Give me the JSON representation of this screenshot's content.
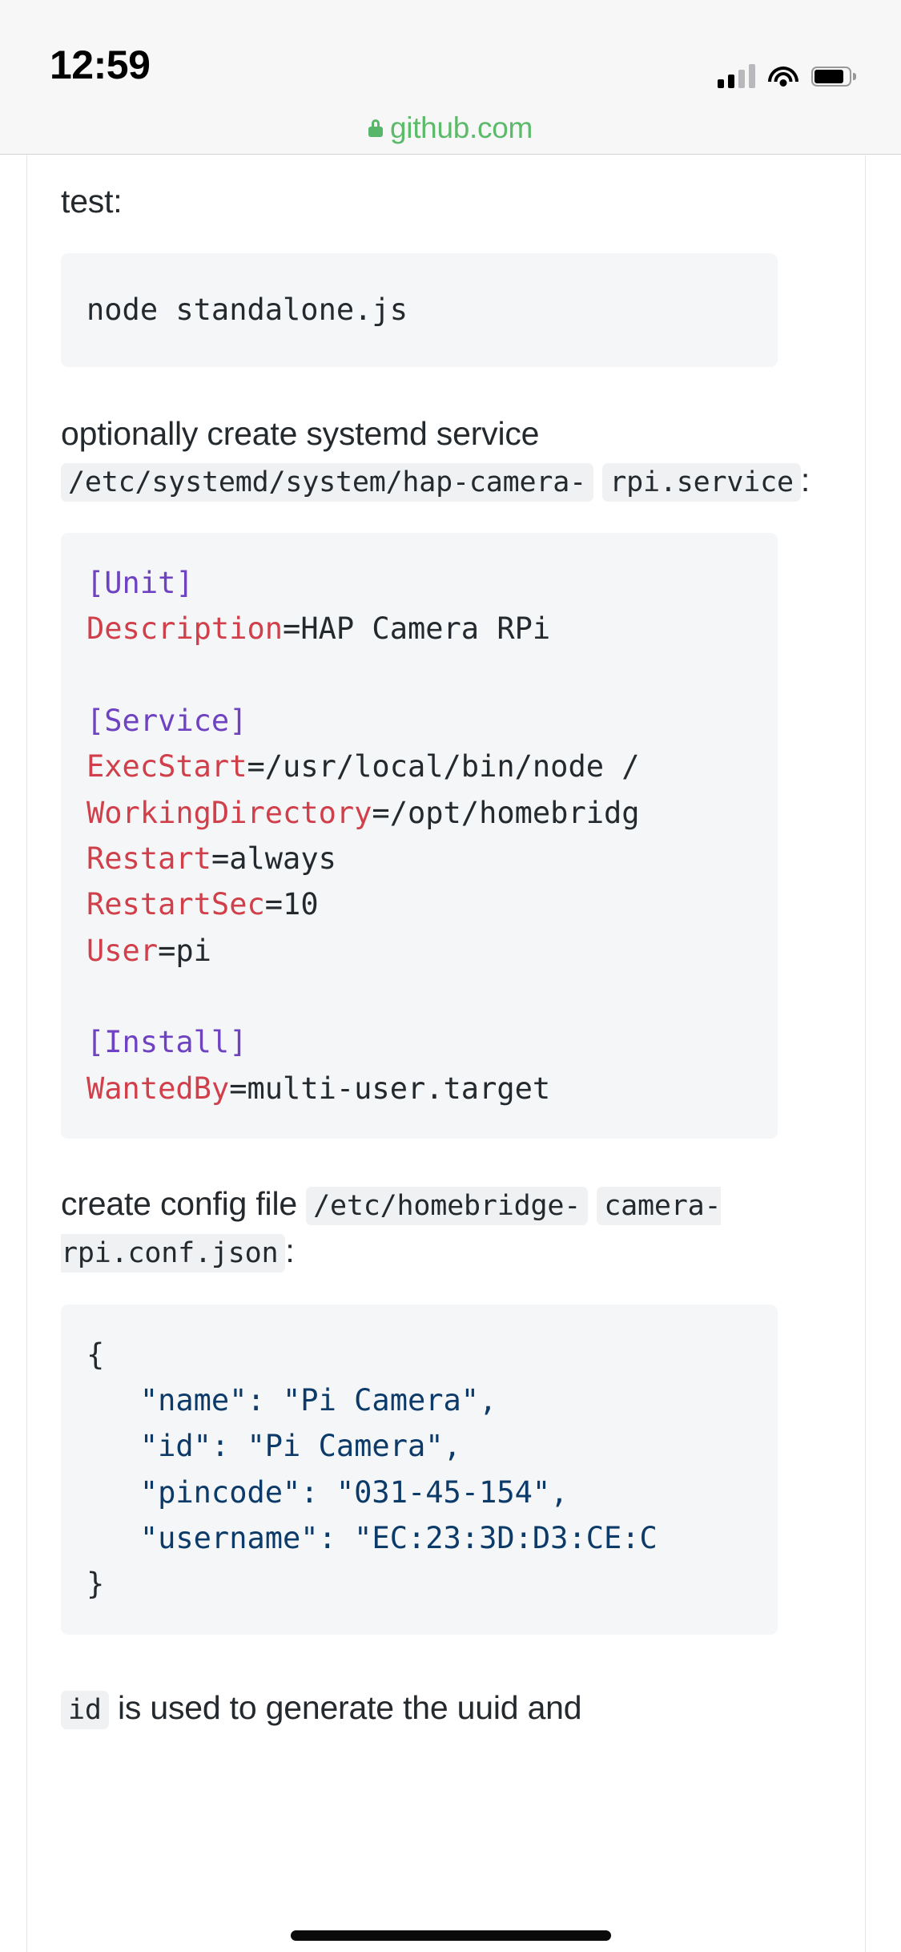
{
  "status_bar": {
    "time": "12:59",
    "signal_icon": "cellular-signal-icon",
    "wifi_icon": "wifi-icon",
    "battery_icon": "battery-icon"
  },
  "browser": {
    "lock_icon": "lock-icon",
    "url": "github.com"
  },
  "content": {
    "test_label": "test:",
    "code_test": "node standalone.js",
    "systemd_intro": "optionally create systemd service",
    "systemd_path_part1": "/etc/systemd/system/hap-camera-",
    "systemd_path_part2": "rpi.service",
    "systemd_colon": ":",
    "systemd_block": [
      {
        "section": "[Unit]"
      },
      {
        "key": "Description",
        "eq": "=",
        "val": "HAP Camera RPi"
      },
      {
        "blank": true
      },
      {
        "section": "[Service]"
      },
      {
        "key": "ExecStart",
        "eq": "=",
        "val": "/usr/local/bin/node /"
      },
      {
        "key": "WorkingDirectory",
        "eq": "=",
        "val": "/opt/homebridg"
      },
      {
        "key": "Restart",
        "eq": "=",
        "val": "always"
      },
      {
        "key": "RestartSec",
        "eq": "=",
        "val": "10"
      },
      {
        "key": "User",
        "eq": "=",
        "val": "pi"
      },
      {
        "blank": true
      },
      {
        "section": "[Install]"
      },
      {
        "key": "WantedBy",
        "eq": "=",
        "val": "multi-user.target"
      }
    ],
    "config_intro": "create config file",
    "config_path_part1": "/etc/homebridge-",
    "config_path_part2": "camera-rpi.conf.json",
    "config_colon": ":",
    "json_block": [
      "{",
      "   \"name\": \"Pi Camera\",",
      "   \"id\": \"Pi Camera\",",
      "   \"pincode\": \"031-45-154\",",
      "   \"username\": \"EC:23:3D:D3:CE:C",
      "}"
    ],
    "footer_code": "id",
    "footer_text": "is used to generate the uuid and"
  },
  "colors": {
    "syntax_section": "#6f42c1",
    "syntax_key": "#d1404a",
    "syntax_string": "#0c3a69",
    "code_bg": "#f4f6f8",
    "inline_code_bg": "#eff1f3",
    "url_green": "#5cba6a",
    "text": "#24292e"
  }
}
